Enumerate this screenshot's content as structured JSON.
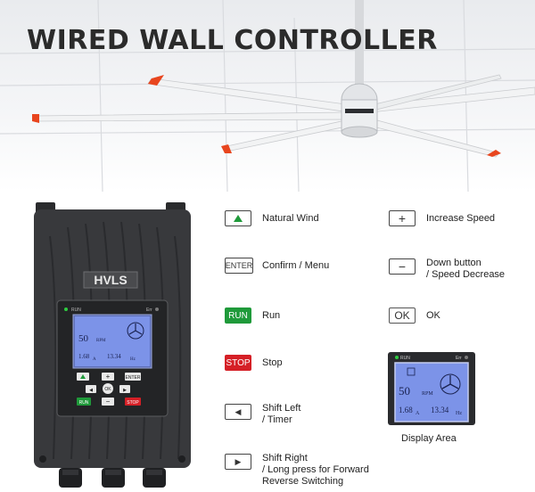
{
  "hero": {
    "title": "WIRED WALL CONTROLLER"
  },
  "device": {
    "brand": "HVLS",
    "led_left": "RUN",
    "led_right": "Err",
    "lcd": {
      "speed": "50",
      "speed_unit": "RPM",
      "current": "1.68",
      "current_unit": "A",
      "freq": "13.34",
      "freq_unit": "Hz"
    },
    "buttons": {
      "enter": "ENTER",
      "ok": "OK",
      "run": "RUN",
      "stop": "STOP"
    }
  },
  "legend": {
    "natural_wind": {
      "label": "Natural Wind"
    },
    "enter": {
      "key": "ENTER",
      "label": "Confirm / Menu"
    },
    "run": {
      "key": "RUN",
      "label": "Run"
    },
    "stop": {
      "key": "STOP",
      "label": "Stop"
    },
    "shift_left": {
      "key": "◀",
      "label_line1": "Shift Left",
      "label_line2": "/ Timer"
    },
    "shift_right": {
      "key": "▶",
      "label_line1": "Shift Right",
      "label_line2": "/ Long press for Forward",
      "label_line3": "Reverse Switching"
    },
    "increase": {
      "key": "+",
      "label": "Increase Speed"
    },
    "decrease": {
      "key": "−",
      "label_line1": "Down button",
      "label_line2": "/ Speed Decrease"
    },
    "ok": {
      "key": "OK",
      "label": "OK"
    }
  },
  "display_area": {
    "caption": "Display Area"
  },
  "colors": {
    "run": "#1f9a3a",
    "stop": "#d51f26",
    "lcd": "#6f86e0",
    "body": "#3a3b3e"
  }
}
